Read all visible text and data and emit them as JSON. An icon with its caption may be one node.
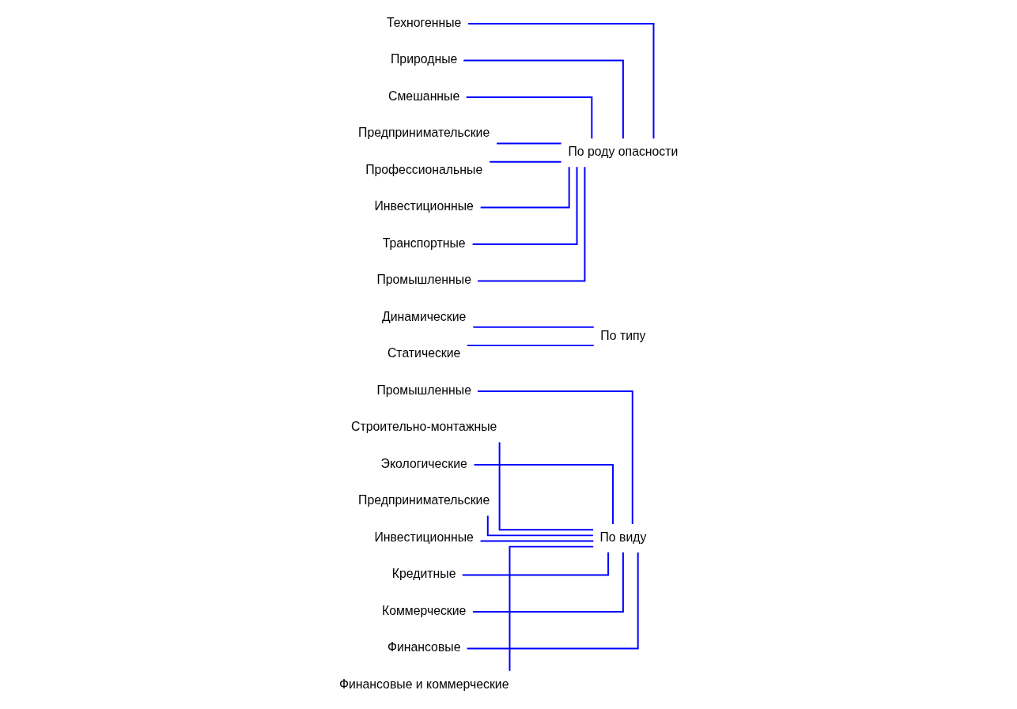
{
  "diagram": {
    "nodes": [
      {
        "text": [
          "По виду"
        ]
      },
      {
        "text": [
          "Промышленные"
        ]
      },
      {
        "text": [
          "Строительно-монтажные"
        ]
      },
      {
        "text": [
          "Экологические"
        ]
      },
      {
        "text": [
          "Предпринимательские"
        ]
      },
      {
        "text": [
          "Инвестиционные"
        ]
      },
      {
        "text": [
          "Кредитные"
        ]
      },
      {
        "text": [
          "По типу"
        ]
      },
      {
        "text": [
          "Динамические"
        ]
      },
      {
        "text": [
          "Статические"
        ]
      },
      {
        "text": [
          "По роду опасности"
        ]
      },
      {
        "text": [
          "Техногенные"
        ]
      },
      {
        "text": [
          "Природные"
        ]
      },
      {
        "text": [
          "Смешанные"
        ]
      },
      {
        "text": [
          "Предпринимательские"
        ]
      },
      {
        "text": [
          "Профессиональные"
        ]
      },
      {
        "text": [
          "Инвестиционные"
        ]
      },
      {
        "text": [
          "Транспортные"
        ]
      },
      {
        "text": [
          "Промышленные"
        ]
      },
      {
        "text": [
          "Коммерческие"
        ]
      },
      {
        "text": [
          "Финансовые"
        ]
      },
      {
        "text": [
          "Финансовые и коммерческие"
        ]
      }
    ],
    "edges": [
      {
        "from": 0,
        "to": 1,
        "arrow": "none"
      },
      {
        "from": 0,
        "to": 2,
        "arrow": "none"
      },
      {
        "from": 0,
        "to": 3,
        "arrow": "none"
      },
      {
        "from": 0,
        "to": 4,
        "arrow": "none"
      },
      {
        "from": 0,
        "to": 5,
        "arrow": "none"
      },
      {
        "from": 0,
        "to": 6,
        "arrow": "none"
      },
      {
        "from": 0,
        "to": 19,
        "arrow": "none"
      },
      {
        "from": 0,
        "to": 20,
        "arrow": "none"
      },
      {
        "from": 0,
        "to": 21,
        "arrow": "none"
      },
      {
        "from": 7,
        "to": 8,
        "arrow": "none"
      },
      {
        "from": 7,
        "to": 9,
        "arrow": "none"
      },
      {
        "from": 10,
        "to": 11,
        "arrow": "none"
      },
      {
        "from": 10,
        "to": 12,
        "arrow": "none"
      },
      {
        "from": 10,
        "to": 13,
        "arrow": "none"
      },
      {
        "from": 10,
        "to": 14,
        "arrow": "none"
      },
      {
        "from": 10,
        "to": 15,
        "arrow": "none"
      },
      {
        "from": 10,
        "to": 16,
        "arrow": "none"
      },
      {
        "from": 10,
        "to": 17,
        "arrow": "none"
      },
      {
        "from": 10,
        "to": 18,
        "arrow": "none"
      }
    ]
  }
}
